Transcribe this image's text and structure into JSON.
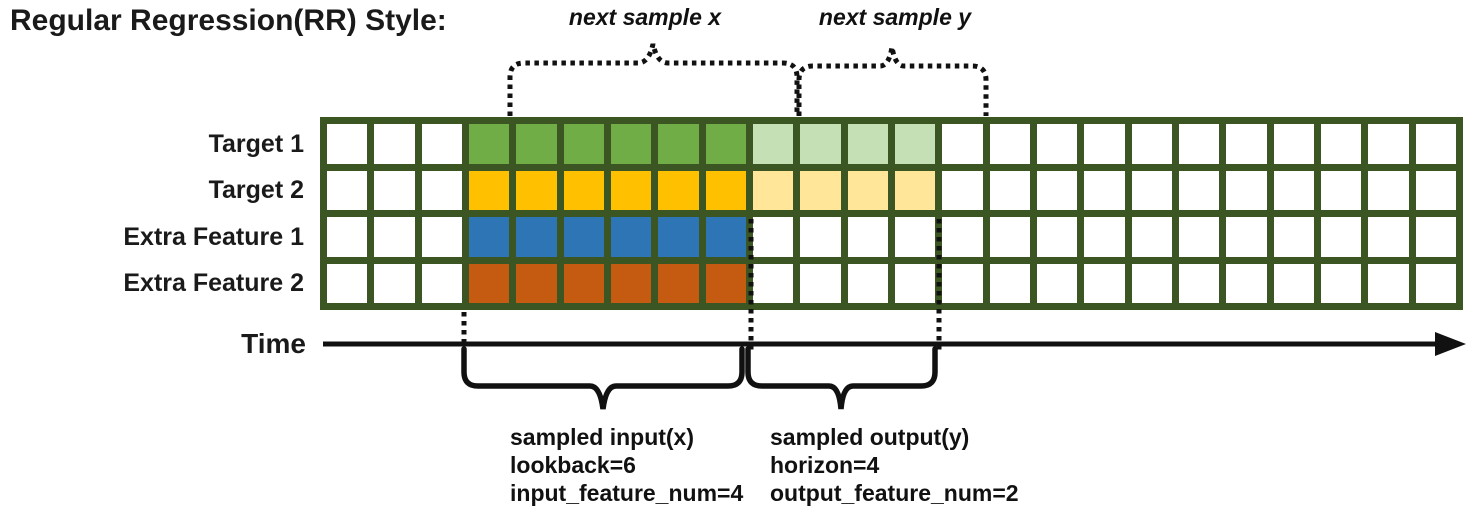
{
  "title": "Regular Regression(RR) Style:",
  "annotations": {
    "next_sample_x": "next sample x",
    "next_sample_y": "next sample y",
    "time_label": "Time",
    "input_lines": [
      "sampled input(x)",
      "lookback=6",
      "input_feature_num=4"
    ],
    "output_lines": [
      "sampled output(y)",
      "horizon=4",
      "output_feature_num=2"
    ]
  },
  "grid": {
    "columns": 24,
    "lead_empty_cols": 3,
    "lookback": 6,
    "horizon": 4,
    "border_color": "#3B5623",
    "empty_cell_color": "#FFFFFF",
    "rows": [
      {
        "label": "Target 1",
        "input_color": "#70AD47",
        "output_color": "#C5E0B4"
      },
      {
        "label": "Target 2",
        "input_color": "#FFC000",
        "output_color": "#FFE699"
      },
      {
        "label": "Extra Feature 1",
        "input_color": "#2E75B6",
        "output_color": "#FFFFFF"
      },
      {
        "label": "Extra Feature 2",
        "input_color": "#C55A11",
        "output_color": "#FFFFFF"
      }
    ]
  },
  "colors": {
    "stroke": "#111111"
  }
}
